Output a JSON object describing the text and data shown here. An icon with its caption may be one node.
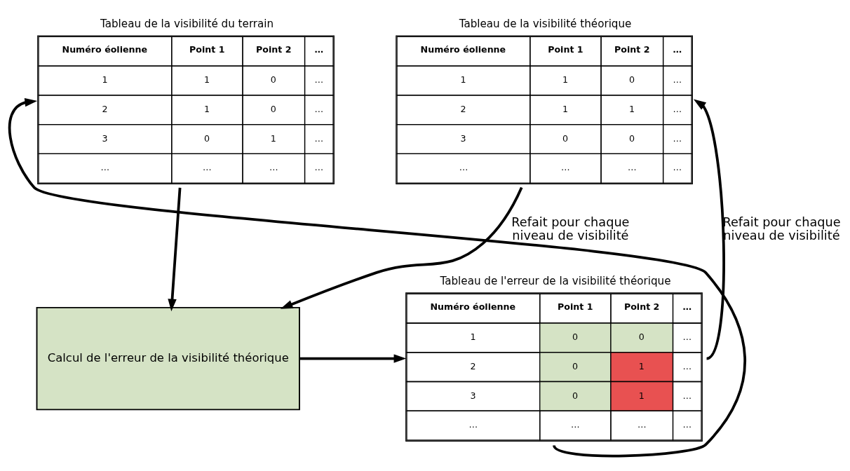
{
  "diagram": {
    "nodes": [
      {
        "text": [
          "Tableau de la visibilité du terrain",
          "Numéro éolienne",
          "Point 1",
          "Point 2",
          "…",
          "1",
          "1",
          "0",
          "…",
          "2",
          "1",
          "0",
          "…",
          "3",
          "0",
          "1",
          "…",
          "…",
          "…",
          "…",
          "…"
        ]
      },
      {
        "text": [
          "Tableau de la visibilité théorique",
          "Numéro éolienne",
          "Point 1",
          "Point 2",
          "…",
          "1",
          "1",
          "0",
          "…",
          "2",
          "1",
          "1",
          "…",
          "3",
          "0",
          "0",
          "…",
          "…",
          "…",
          "…",
          "…"
        ]
      },
      {
        "text": [
          "Tableau de l'erreur de la visibilité théorique",
          "Numéro éolienne",
          "Point 1",
          "Point 2",
          "…",
          "1",
          "0",
          "0",
          "…",
          "2",
          "0",
          "1",
          "…",
          "3",
          "0",
          "1",
          "…",
          "…",
          "…",
          "…",
          "…"
        ]
      },
      {
        "text": [
          "Calcul de l'erreur de la visibilité théorique"
        ]
      }
    ],
    "edges": [
      {
        "from": 0,
        "to": 3,
        "arrow": "to"
      },
      {
        "from": 1,
        "to": 3,
        "arrow": "to"
      },
      {
        "from": 3,
        "to": 2,
        "arrow": "to"
      },
      {
        "from": 2,
        "to": 0,
        "arrow": "to",
        "label": "Refait pour chaque niveau de visibilité"
      },
      {
        "from": 2,
        "to": 1,
        "arrow": "to",
        "label": "Refait pour chaque niveau de visibilité"
      }
    ]
  }
}
